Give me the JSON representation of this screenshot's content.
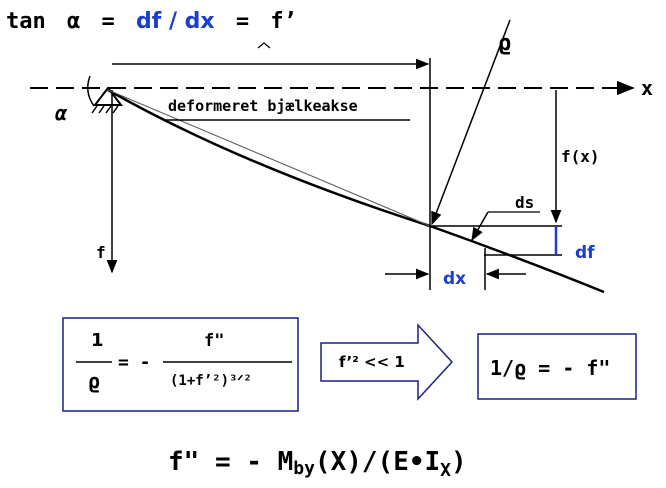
{
  "title": {
    "prefix": "tan",
    "alpha": "α",
    "eq1": "=",
    "dfdx": "df / dx",
    "eq2": "=",
    "fprime": "f’"
  },
  "axis": {
    "x_label": "x",
    "f_label": "f",
    "alpha_label": "α",
    "rho_label": "ϱ"
  },
  "beam_label": "deformeret bjælkeakse",
  "dims": {
    "fx": "f(x)",
    "ds": "ds",
    "df": "df",
    "dx": "dx"
  },
  "formula_left": {
    "num1": "1",
    "den1": "ϱ",
    "equals_minus": "= -",
    "num2": "f\"",
    "den2": "(1+f’²)³ᐟ²"
  },
  "arrow_condition": "f’² << 1",
  "formula_right": "1/ϱ = - f\"",
  "bottom_formula": {
    "lhs": "f\" = - M",
    "sub_by": "by",
    "mid": "(X)/(E•I",
    "sub_x": "X",
    "end": ")"
  },
  "colors": {
    "accent_blue": "#1a3fd0",
    "box_border": "#1a1f86"
  }
}
